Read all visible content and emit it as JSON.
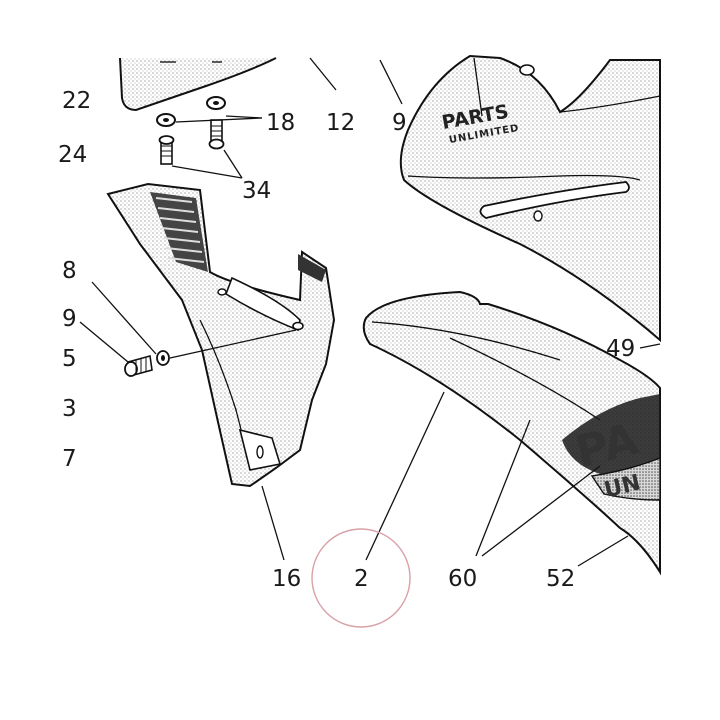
{
  "labels": {
    "l22": "22",
    "l24": "24",
    "l18": "18",
    "l12": "12",
    "l9top": "9",
    "l34": "34",
    "l8": "8",
    "l9": "9",
    "l5": "5",
    "l3": "3",
    "l7": "7",
    "l49": "49",
    "l16": "16",
    "l2": "2",
    "l60": "60",
    "l52": "52"
  },
  "logo": {
    "line1": "PARTS",
    "line2": "UNLIMITED",
    "big_part1": "PA",
    "big_part2": "UN"
  },
  "colors": {
    "line": "#111111",
    "highlight_circle": "#d9a0a8"
  }
}
